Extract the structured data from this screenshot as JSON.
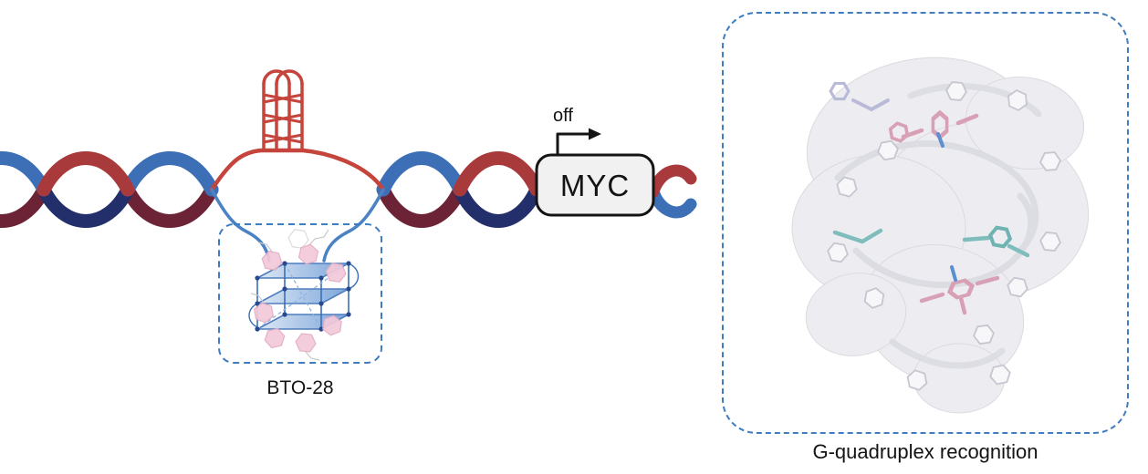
{
  "left_diagram": {
    "off_label": "off",
    "myc_label": "MYC",
    "bto28_label": "BTO-28"
  },
  "right_panel": {
    "caption": "G-quadruplex recognition"
  },
  "colors": {
    "dna_blue": "#3d6fb6",
    "dna_navy": "#232f6b",
    "dna_red": "#a93a3c",
    "dna_maroon": "#6d2336",
    "bubble_red": "#c5443c",
    "dashed_border_blue": "#3f7cc2",
    "cube_blue": "#3a6fb8",
    "ligand_pink": "#f3c9da",
    "teal_accent": "#7fbcbc",
    "lavender_accent": "#b9bad8",
    "myc_fill": "#f1f1f1",
    "ink": "#141414"
  }
}
